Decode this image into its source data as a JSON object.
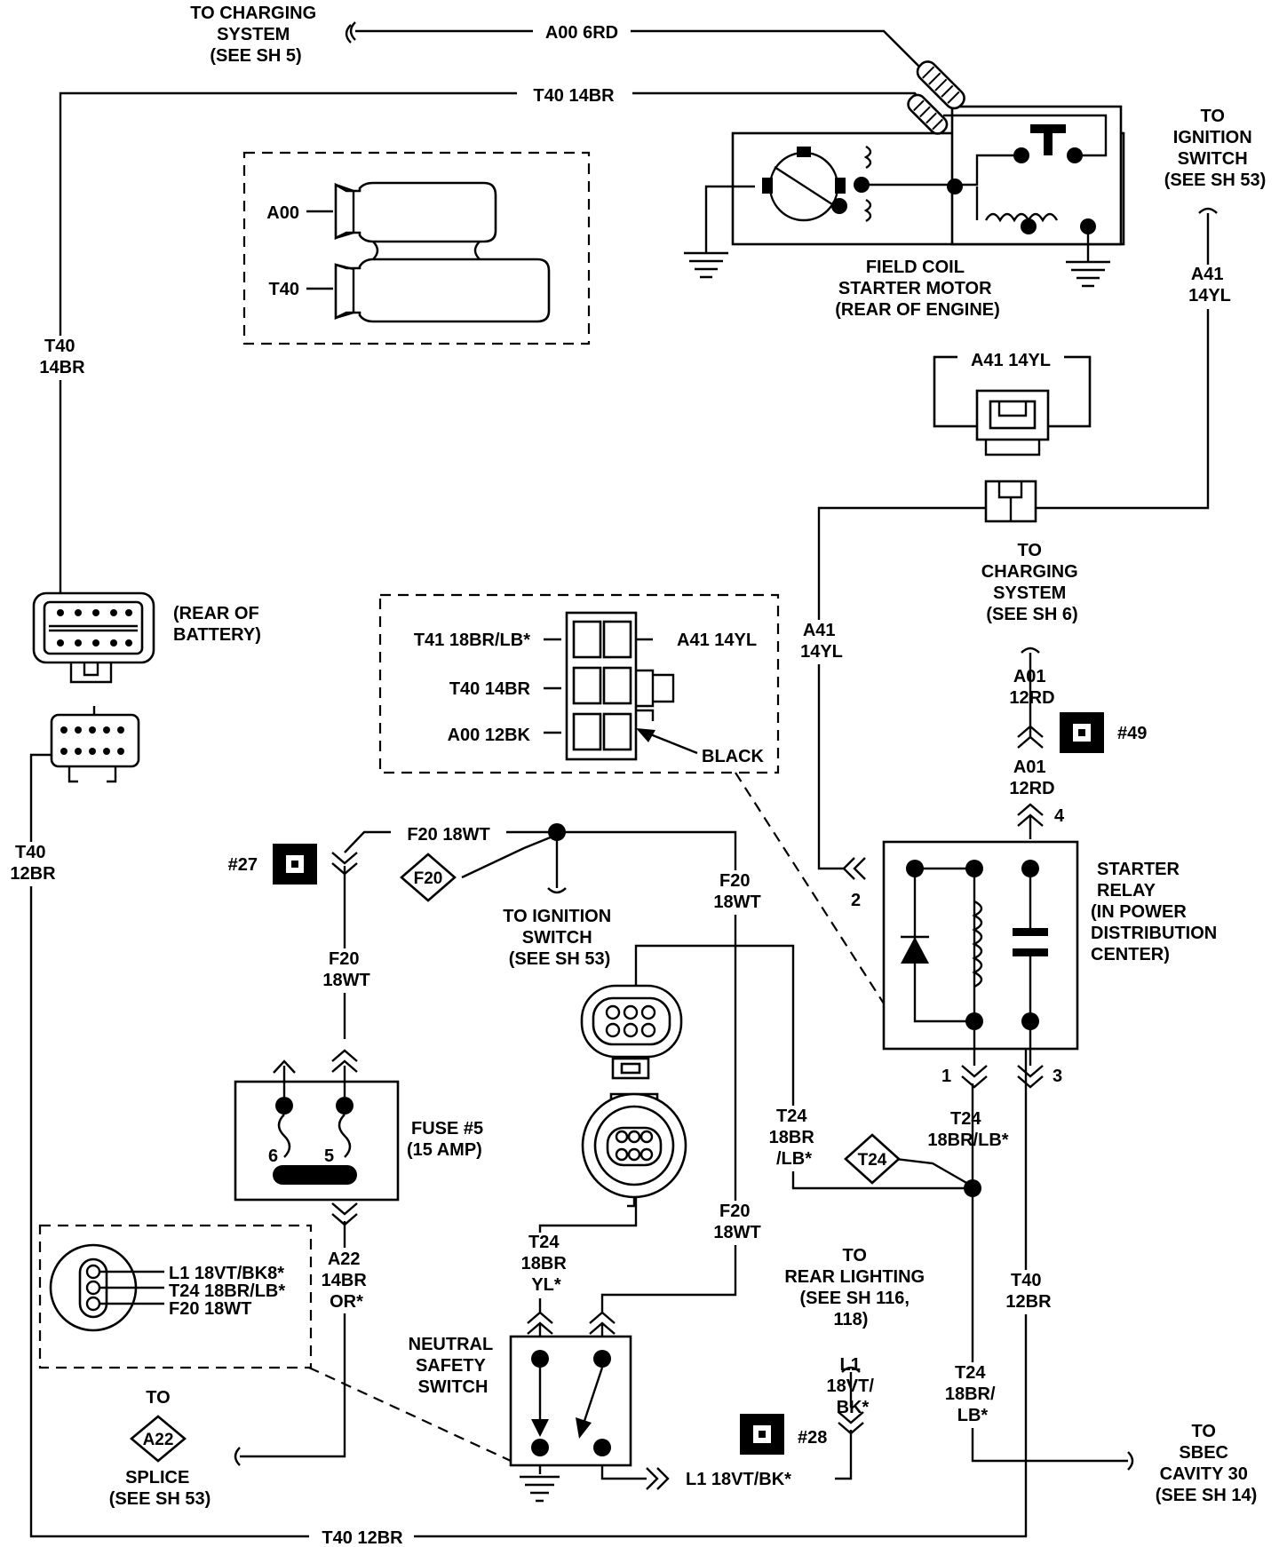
{
  "labels": {
    "to_charging_sh5": [
      "TO CHARGING",
      "SYSTEM",
      "(SEE SH 5)"
    ],
    "a00_6rd": "A00 6RD",
    "t40_14br_top": "T40 14BR",
    "to_ignition_sh53_top": [
      "TO",
      "IGNITION",
      "SWITCH",
      "(SEE SH 53)"
    ],
    "a00_tag": "A00",
    "t40_tag": "T40",
    "field_coil": [
      "FIELD COIL",
      "STARTER MOTOR",
      "(REAR OF ENGINE)"
    ],
    "a41_14yl_right": [
      "A41",
      "14YL"
    ],
    "t40_14br_left": [
      "T40",
      "14BR"
    ],
    "a41_14yl_conn": "A41 14YL",
    "rear_of_battery": [
      "(REAR OF",
      "BATTERY)"
    ],
    "to_charging_sh6": [
      "TO",
      "CHARGING",
      "SYSTEM",
      "(SEE SH 6)"
    ],
    "conn_t41": "T41 18BR/LB*",
    "conn_t40": "T40 14BR",
    "conn_a00": "A00 12BK",
    "conn_a41": "A41 14YL",
    "conn_black": "BLACK",
    "a41_14yl_mid": [
      "A41",
      "14YL"
    ],
    "a01_top": [
      "A01",
      "12RD"
    ],
    "a01_bot": [
      "A01",
      "12RD"
    ],
    "ref49": "#49",
    "t40_12br_left": [
      "T40",
      "12BR"
    ],
    "f20_18wt_a": "F20 18WT",
    "ref27": "#27",
    "f20_tag": "F20",
    "to_ignition_sh53_mid": [
      "TO IGNITION",
      "SWITCH",
      "(SEE SH 53)"
    ],
    "f20_18wt_b": [
      "F20",
      "18WT"
    ],
    "f20_18wt_c": [
      "F20",
      "18WT"
    ],
    "pin4": "4",
    "pin2": "2",
    "pin1": "1",
    "pin3": "3",
    "starter_relay": [
      "STARTER",
      "RELAY",
      "(IN POWER",
      "DISTRIBUTION",
      "CENTER)"
    ],
    "fuse": [
      "FUSE #5",
      "(15 AMP)"
    ],
    "fuse6": "6",
    "fuse5": "5",
    "t24_18br_lb_a": [
      "T24",
      "18BR",
      "/LB*"
    ],
    "t24_tag": "T24",
    "t24_18br_lb_b": [
      "T24",
      "18BR/LB*"
    ],
    "splice_l1": "L1 18VT/BK8*",
    "splice_t24": "T24 18BR/LB*",
    "splice_f20": "F20 18WT",
    "a22_14br": [
      "A22",
      "14BR",
      "OR*"
    ],
    "t24_18br_yl": [
      "T24",
      "18BR",
      "YL*"
    ],
    "f20_18wt_d": [
      "F20",
      "18WT"
    ],
    "to_rear_lighting": [
      "TO",
      "REAR LIGHTING",
      "(SEE SH 116,",
      "118)"
    ],
    "t40_12br_right": [
      "T40",
      "12BR"
    ],
    "neutral_safety": [
      "NEUTRAL",
      "SAFETY",
      "SWITCH"
    ],
    "l1_18vt_bk_v": [
      "L1",
      "18VT/",
      "BK*"
    ],
    "t24_18br_lb_c": [
      "T24",
      "18BR/",
      "LB*"
    ],
    "to_a22": "TO",
    "a22_tag": "A22",
    "splice_sh53": [
      "SPLICE",
      "(SEE SH 53)"
    ],
    "ref28": "#28",
    "l1_18vt_bk_h": "L1 18VT/BK*",
    "to_sbec": [
      "TO",
      "SBEC",
      "CAVITY 30",
      "(SEE SH 14)"
    ],
    "t40_12br_bottom": "T40 12BR"
  }
}
